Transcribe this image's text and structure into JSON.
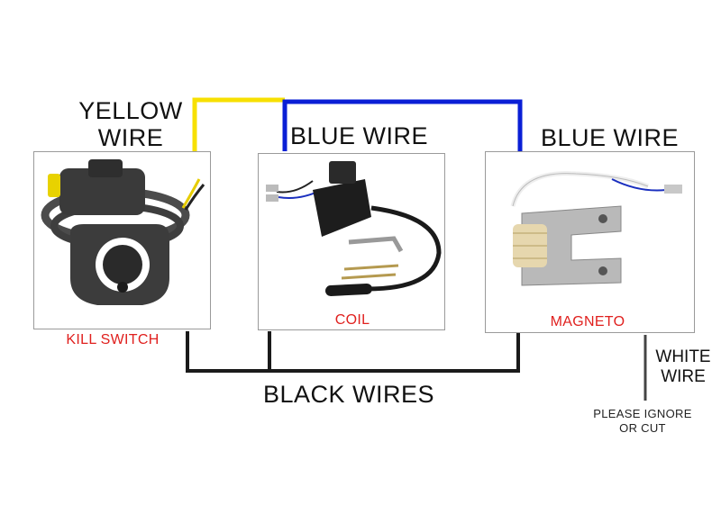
{
  "labels": {
    "yellow_wire": [
      "YELLOW",
      "WIRE"
    ],
    "blue_wire_coil": "BLUE WIRE",
    "blue_wire_magneto": "BLUE WIRE",
    "black_wires": "BLACK WIRES",
    "white_wire": [
      "WHITE",
      "WIRE"
    ],
    "note": [
      "PLEASE IGNORE",
      "OR CUT"
    ]
  },
  "components": [
    {
      "id": "kill-switch",
      "caption": "KILL SWITCH"
    },
    {
      "id": "coil",
      "caption": "COIL"
    },
    {
      "id": "magneto",
      "caption": "MAGNETO"
    }
  ],
  "wire_colors": {
    "yellow": "#f7e000",
    "blue": "#0a1fd6",
    "black": "#1a1a1a",
    "white_lead": "#444444",
    "caption_red": "#e0201e"
  }
}
